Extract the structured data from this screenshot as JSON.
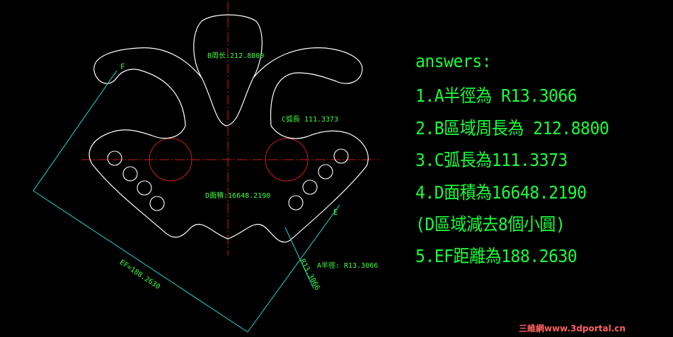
{
  "drawing": {
    "labels": {
      "f": "F",
      "e": "E",
      "b_perimeter": "B周长:212.8800",
      "c_arc": "C弧長  111.3373",
      "d_area": "D面積:16648.2190",
      "ef_dim": "EF=188.2630",
      "r_dim": "R13.3066",
      "a_radius": "A半徑: R13.3066"
    },
    "colors": {
      "outline": "#ffffff",
      "centerline": "#cc1e1e",
      "dimension": "#22d8d8",
      "text": "#3cff3c"
    }
  },
  "answers": {
    "title": "answers:",
    "lines": [
      "1.A半徑為 R13.3066",
      "2.B區域周長為 212.8800",
      "3.C弧長為111.3373",
      "4.D面積為16648.2190",
      " (D區域減去8個小圓)",
      "5.EF距離為188.2630"
    ]
  },
  "watermark": "三維網www.3dportal.cn"
}
